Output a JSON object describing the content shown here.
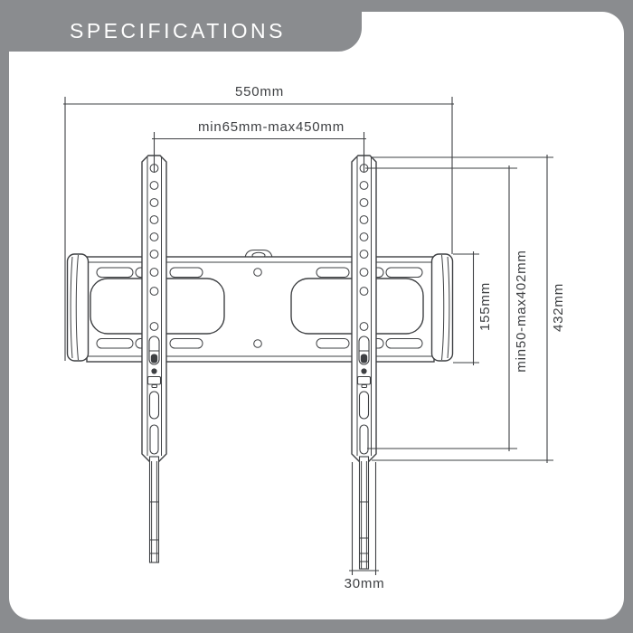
{
  "header": {
    "title": "SPECIFICATIONS"
  },
  "colors": {
    "page_background": "#8a8c8f",
    "card_background": "#ffffff",
    "line_ink": "#3e4043",
    "title_text": "#ffffff"
  },
  "diagram": {
    "subject": "TV wall mount bracket line drawing",
    "dimensions": {
      "total_width": "550mm",
      "arm_spacing_range": "min65mm-max450mm",
      "wall_plate_height": "155mm",
      "vesa_vertical_range": "min50-max402mm",
      "total_height": "432mm",
      "arm_width": "30mm"
    },
    "icons": {
      "hanger_tab_icon": "half-oval tab with oval hole on top edge of wall plate",
      "lock_pin_icon": "filled round pin dot on each vertical arm",
      "tv_clip_icon": "small monitor-shaped clip outline on each vertical arm"
    }
  }
}
